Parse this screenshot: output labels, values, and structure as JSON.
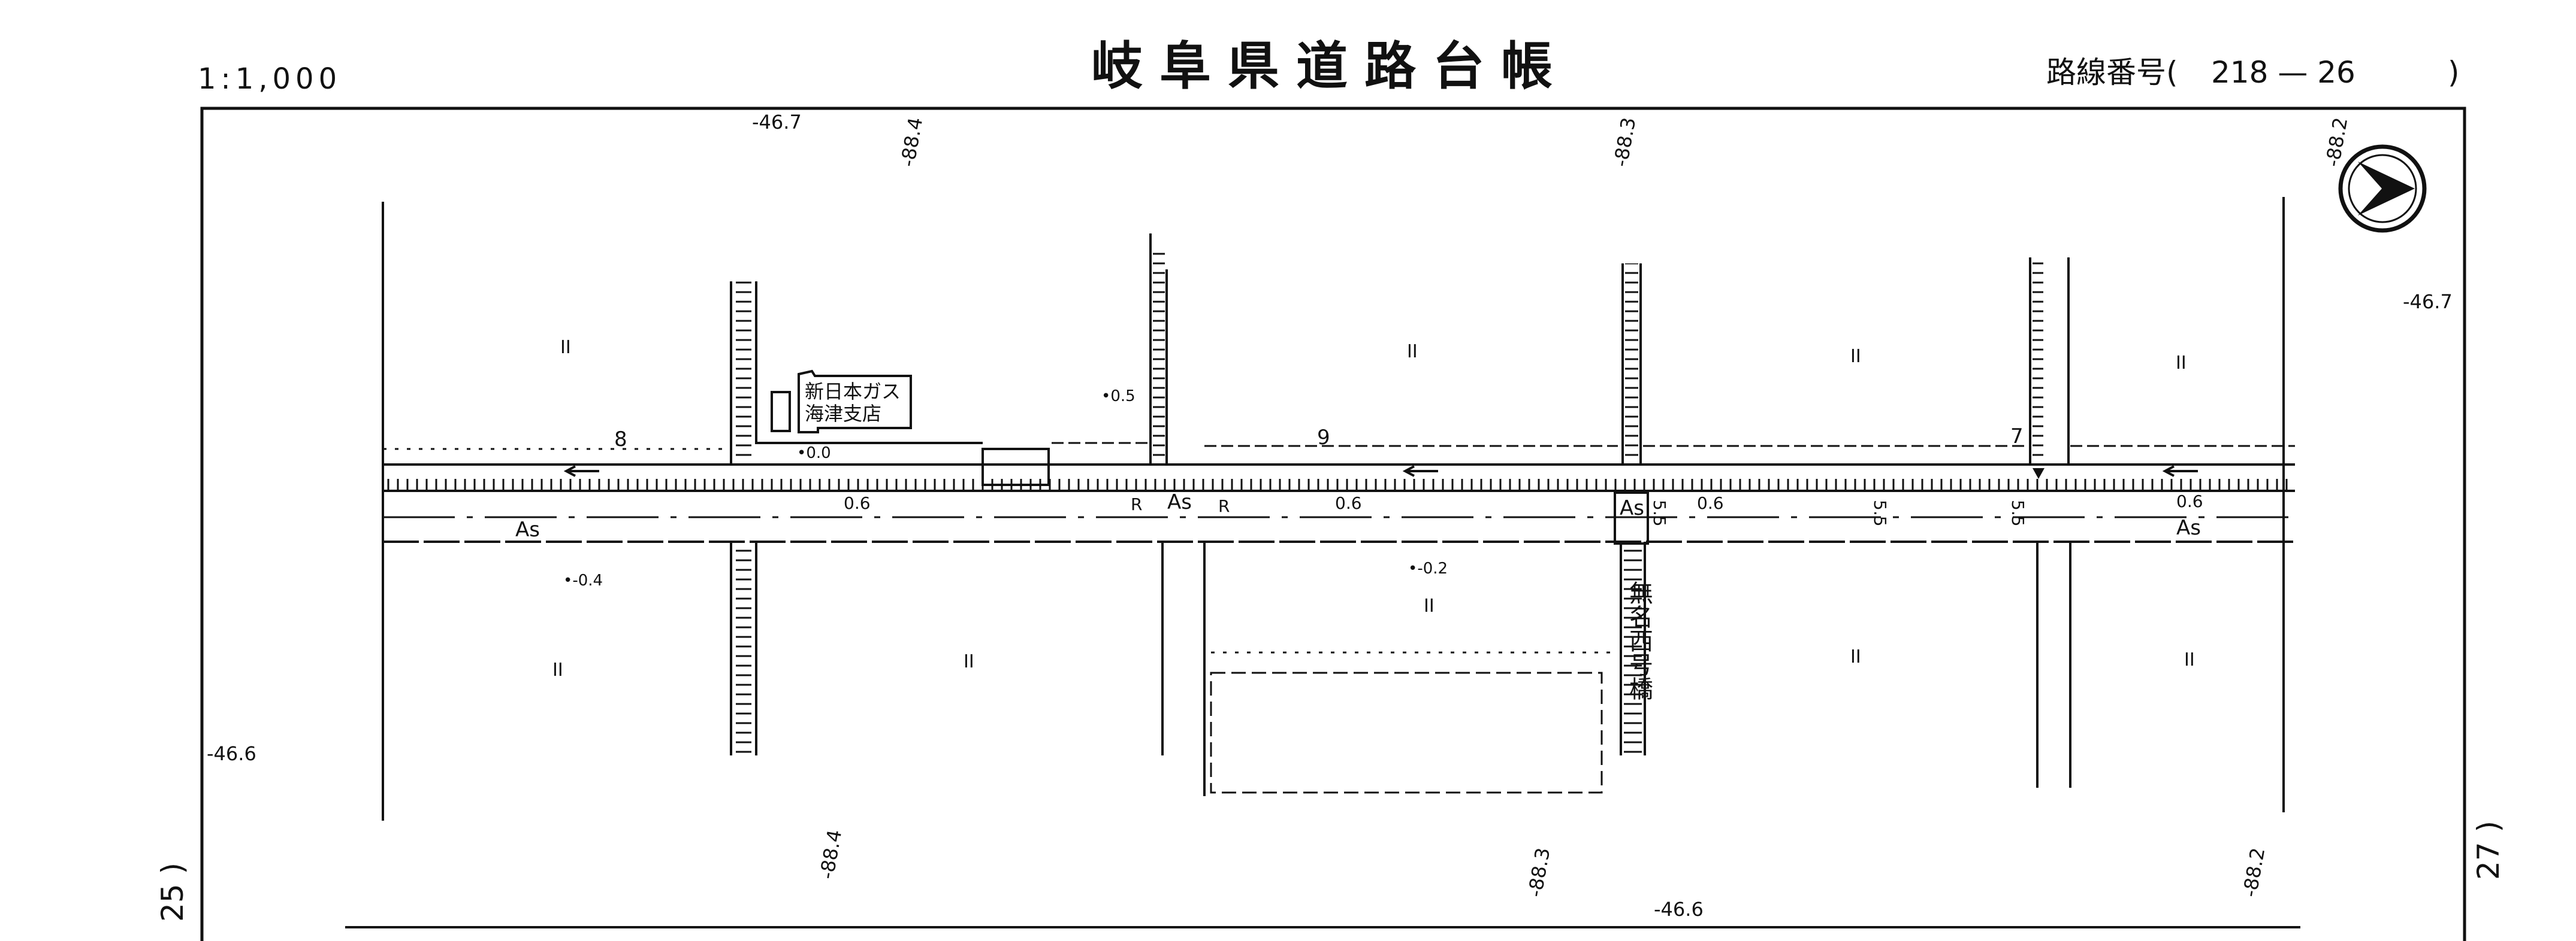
{
  "header": {
    "scale": "1:1,000",
    "title": "岐阜県道路台帳",
    "route_label": "路線番号(",
    "route_number": "218 — 26",
    "route_close": ")"
  },
  "side_refs": {
    "left": "25 )",
    "right": "27 )",
    "left_dash": "—",
    "right_dash": "—"
  },
  "elevations": {
    "top_left": "-46.7",
    "top_1": "-88.4",
    "top_2": "-88.3",
    "top_3": "-88.2",
    "right": "-46.7",
    "left": "-46.6",
    "bottom_1": "-88.4",
    "bottom_2": "-88.3",
    "bottom_3": "-46.6",
    "bottom_4": "-88.2"
  },
  "spot_heights": {
    "a": "•0.5",
    "b": "•0.0",
    "c": "•-0.4",
    "d": "•-0.2"
  },
  "road_widths": {
    "w8": "8",
    "w9": "9",
    "w7": "7",
    "d1": "0.6",
    "d2": "0.6",
    "d3": "0.6",
    "d4": "0.6",
    "h1": "5.5",
    "h2": "5.5",
    "h3": "5.5"
  },
  "surfaces": {
    "s1": "As",
    "s2": "As",
    "s3": "As",
    "s4": "As",
    "r1": "R",
    "r2": "R"
  },
  "land_use": [
    "II",
    "II",
    "II",
    "II",
    "II",
    "II",
    "II",
    "II",
    "II"
  ],
  "buildings": {
    "gas_line1": "新日本ガス",
    "gas_line2": "海津支店"
  },
  "bridge": {
    "name": "無名西号橋"
  },
  "icons": {
    "north_arrow": "north-arrow-icon",
    "direction": "left-arrow-icon"
  }
}
